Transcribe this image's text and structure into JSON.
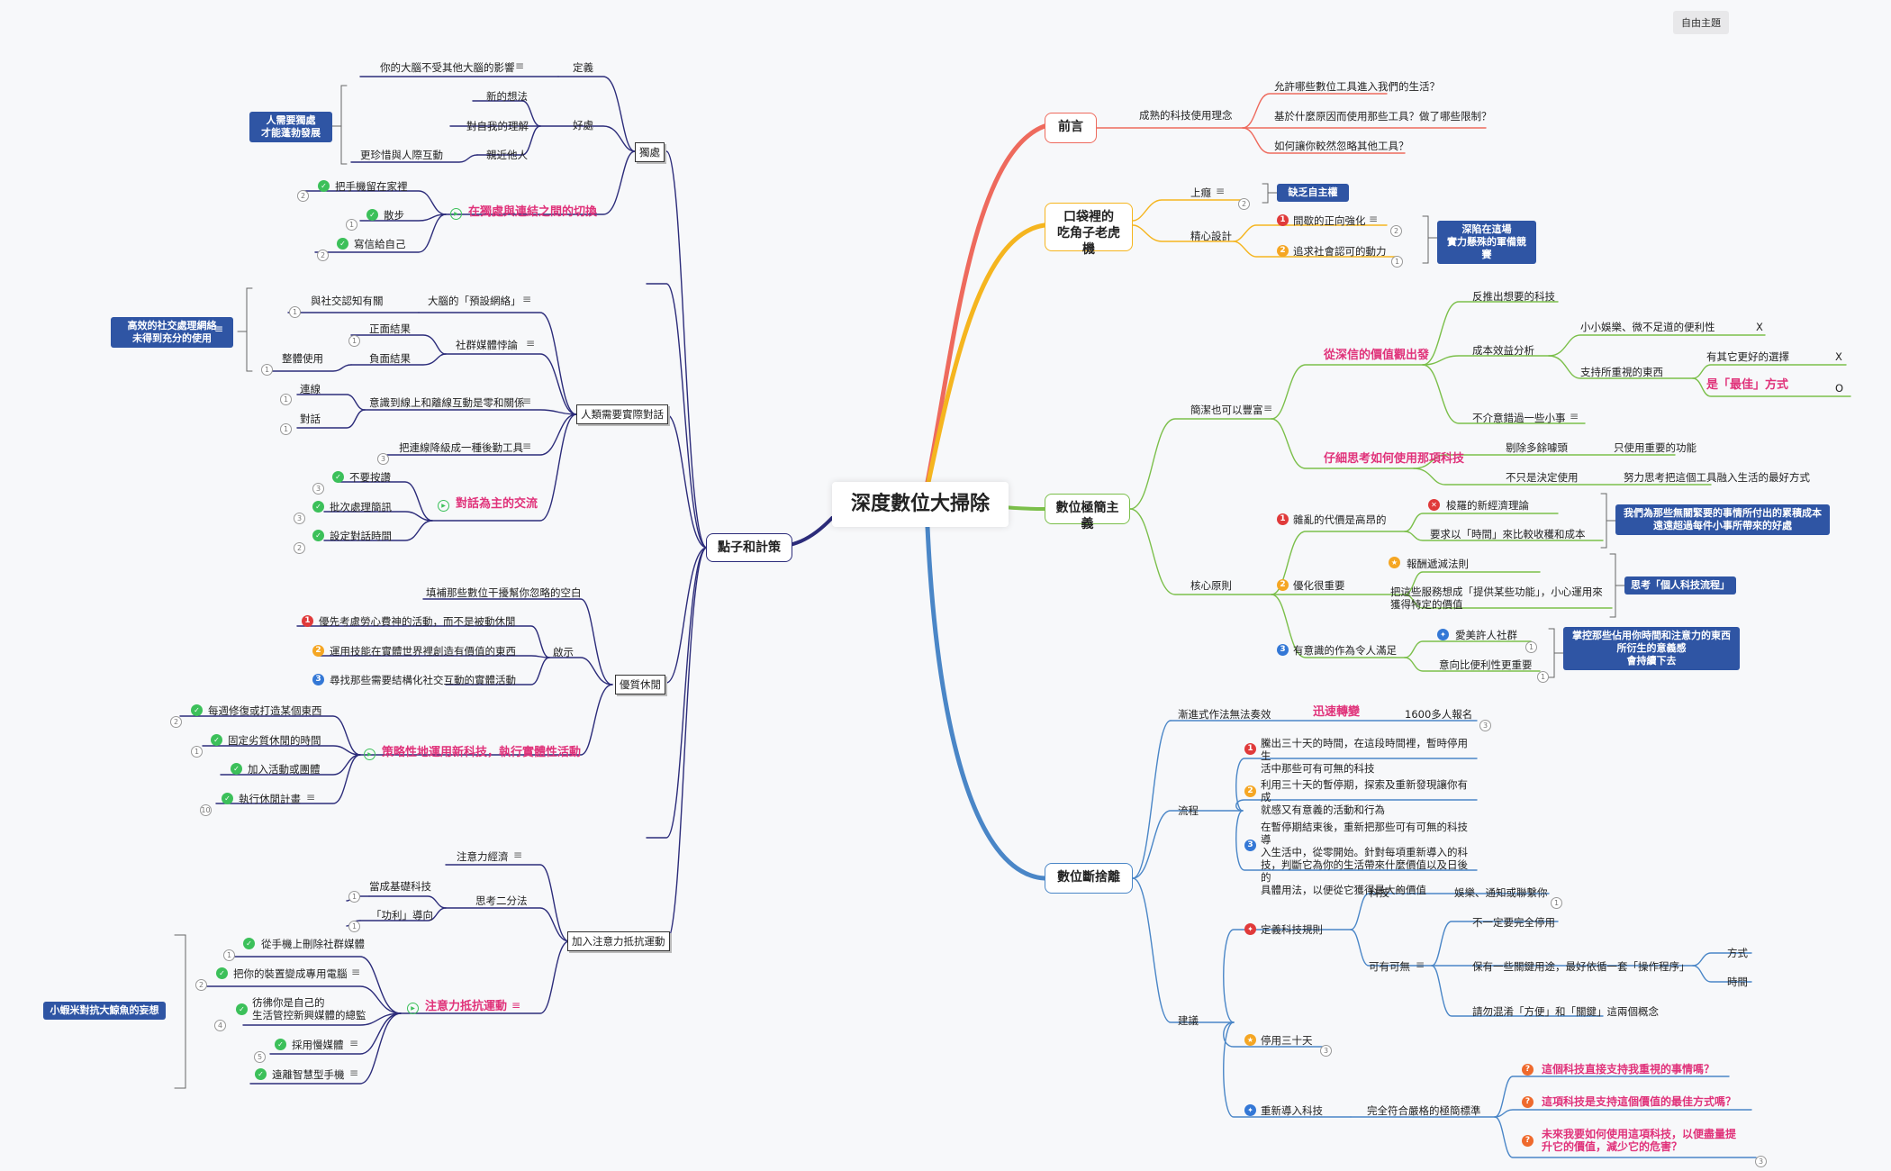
{
  "theme_button": "自由主題",
  "central": "深度數位大掃除",
  "preface": {
    "title": "前言",
    "sub": "成熟的科技使用理念",
    "items": [
      "允許哪些數位工具進入我們的生活？",
      "基於什麼原因而使用那些工具？做了哪些限制？",
      "如何讓你較然忽略其他工具？"
    ]
  },
  "tiger": {
    "title": "口袋裡的\n吃角子老虎機",
    "addiction": "上癮",
    "lack": "缺乏自主權",
    "design": "精心設計",
    "d1": "間歇的正向強化",
    "d2": "追求社會認可的動力",
    "race": "深陷在這場\n實力懸殊的軍備競賽"
  },
  "minimalism": {
    "title": "數位極簡主義",
    "less": "簡潔也可以豐富",
    "value_head": "從深信的價值觀出發",
    "v_push": "反推出想要的科技",
    "v_cost": "成本效益分析",
    "v_small": "小小娛樂、微不足道的便利性",
    "v_support": "支持所重視的東西",
    "v_better": "有其它更好的選擇",
    "v_best": "是「最佳」方式",
    "v_x1": "X",
    "v_x2": "X",
    "v_o": "O",
    "v_miss": "不介意錯過一些小事",
    "think_head": "仔細思考如何使用那項科技",
    "t_cut": "剔除多餘噱頭",
    "t_only": "只使用重要的功能",
    "t_not": "不只是決定使用",
    "t_effort": "努力思考把這個工具融入生活的最好方式",
    "core": "核心原則",
    "c1": "雜亂的代價是高昂的",
    "c1a": "梭羅的新經濟理論",
    "c1b": "要求以「時間」來比較收穫和成本",
    "c1box": "我們為那些無關緊要的事情所付出的累積成本\n遠遠超過每件小事所帶來的好處",
    "c2": "優化很重要",
    "c2a": "報酬遞減法則",
    "c2b": "把這些服務想成「提供某些功能」，小心運用來\n獲得特定的價值",
    "c2box": "思考「個人科技流程」",
    "c3": "有意識的作為令人滿足",
    "c3a": "愛美許人社群",
    "c3b": "意向比便利性更重要",
    "c3box": "掌控那些佔用你時間和注意力的東西\n所衍生的意義感\n會持續下去"
  },
  "declutter": {
    "title": "數位斷捨離",
    "gradual": "漸進式作法無法奏效",
    "quick": "迅速轉變",
    "signup": "1600多人報名",
    "flow": "流程",
    "f1": "騰出三十天的時間，在這段時間裡，暫時停用生\n活中那些可有可無的科技",
    "f2": "利用三十天的暫停期，探索及重新發現讓你有成\n就感又有意義的活動和行為",
    "f3": "在暫停期結束後，重新把那些可有可無的科技導\n入生活中，從零開始。針對每項重新導入的科\n技，判斷它為你的生活帶來什麼價值以及日後的\n具體用法，以便從它獲得最大的價值",
    "advice": "建議",
    "a1": "定義科技規則",
    "tech": "科技",
    "tech_d": "娛樂、通知或聯繫你",
    "optional": "可有可無",
    "o1": "不一定要完全停用",
    "o2": "保有一些關鍵用途，最好依循一套「操作程序」",
    "o2a": "方式",
    "o2b": "時間",
    "o3": "請勿混淆「方便」和「關鍵」這兩個概念",
    "a2": "停用三十天",
    "a3": "重新導入科技",
    "strict": "完全符合嚴格的極簡標準",
    "q1": "這個科技直接支持我重視的事情嗎？",
    "q2": "這項科技是支持這個價值的最佳方式嗎？",
    "q3": "未來我要如何使用這項科技，以便盡量提\n升它的價值，減少它的危害？"
  },
  "left": {
    "title": "點子和計策",
    "solitude": "獨處",
    "def": "定義",
    "def_t": "你的大腦不受其他大腦的影響",
    "benefit": "好處",
    "b1": "新的想法",
    "b2": "對自我的理解",
    "b3": "親近他人",
    "b4": "更珍惜與人際互動",
    "sol_box": "人需要獨處\n才能蓬勃發展",
    "switch": "在獨處與連結之間的切換",
    "s1": "把手機留在家裡",
    "s2": "散步",
    "s3": "寫信給自己",
    "conv": "人類需要實際對話",
    "net": "大腦的「預設網絡」",
    "net_t": "與社交認知有關",
    "social": "社群媒體悖論",
    "pos": "正面結果",
    "neg": "負面結果",
    "whole": "整體使用",
    "conv_box": "高效的社交處理網絡\n未得到充分的使用",
    "aware": "意識到線上和離線互動是零和關係",
    "link": "連線",
    "talk": "對話",
    "lower": "把連線降級成一種後勤工具",
    "conv_main": "對話為主的交流",
    "cm1": "不要按讚",
    "cm2": "批次處理簡訊",
    "cm3": "設定對話時間",
    "leisure": "優質休閒",
    "fill": "填補那些數位干擾幫你忽略的空白",
    "insp": "啟示",
    "i1": "優先考慮勞心費神的活動，而不是被動休閒",
    "i2": "運用技能在實體世界裡創造有價值的東西",
    "i3": "尋找那些需要結構化社交互動的實體活動",
    "strat": "策略性地運用新科技，執行實體性活動",
    "st1": "每週修復或打造某個東西",
    "st2": "固定劣質休閒的時間",
    "st3": "加入活動或團體",
    "st4": "執行休閒計畫",
    "resist": "加入注意力抵抗運動",
    "econ": "注意力經濟",
    "dual": "思考二分法",
    "base": "當成基礎科技",
    "profit": "「功利」導向",
    "move": "注意力抵抗運動",
    "m1": "從手機上刪除社群媒體",
    "m2": "把你的裝置變成專用電腦",
    "m3": "彷彿你是自己的\n生活管控新興媒體的總監",
    "m4": "採用慢媒體",
    "m5": "遠離智慧型手機",
    "move_box": "小蝦米對抗大鯨魚的妄想"
  },
  "colors": {
    "preface": "#ee6a5d",
    "tiger": "#f5b51f",
    "minimal": "#7bbf4a",
    "declutter": "#4a86c7",
    "left": "#2c2c7a"
  }
}
